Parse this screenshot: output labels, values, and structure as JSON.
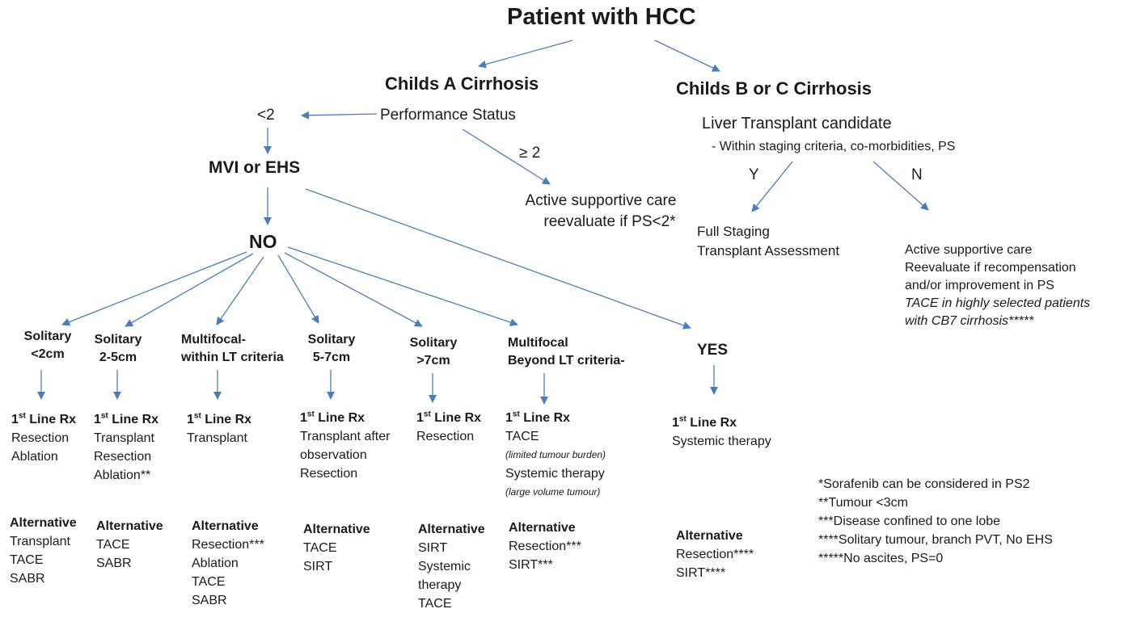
{
  "title": "Patient with HCC",
  "childs_a": "Childs A Cirrhosis",
  "childs_bc": "Childs B or C Cirrhosis",
  "performance_status": "Performance Status",
  "ps_lt2": "<2",
  "ps_ge2": "≥ 2",
  "ps_ge2_box": {
    "line1": "Active supportive care",
    "line2": "reevaluate if PS<2*"
  },
  "mvi": "MVI or EHS",
  "no": "NO",
  "yes": "YES",
  "transplant": {
    "title": "Liver Transplant candidate",
    "subtitle": "- Within staging criteria, co-morbidities, PS",
    "y": "Y",
    "n": "N",
    "y_box": {
      "line1": "Full Staging",
      "line2": "Transplant Assessment"
    },
    "n_box": {
      "line1": "Active supportive care",
      "line2": "Reevaluate if recompensation",
      "line3": "and/or improvement in PS",
      "line4": "TACE in highly selected patients",
      "line5": "with CB7 cirrhosis*****"
    }
  },
  "first_line_label": "Line Rx",
  "first_line_ordinal": "1",
  "first_line_suffix": "st",
  "alt_label": "Alternative",
  "columns": [
    {
      "h1": "Solitary",
      "h2": "<2cm",
      "first": [
        "Resection",
        "Ablation"
      ],
      "alt": [
        "Transplant",
        "TACE",
        "SABR"
      ]
    },
    {
      "h1": "Solitary",
      "h2": "2-5cm",
      "first": [
        "Transplant",
        "Resection",
        "Ablation**"
      ],
      "alt": [
        "TACE",
        "SABR"
      ]
    },
    {
      "h1": "Multifocal-",
      "h2": "within LT criteria",
      "first": [
        "Transplant"
      ],
      "alt": [
        "Resection***",
        "Ablation",
        "TACE",
        "SABR"
      ]
    },
    {
      "h1": "Solitary",
      "h2": "5-7cm",
      "first": [
        "Transplant after",
        "observation",
        "Resection"
      ],
      "alt": [
        "TACE",
        "SIRT"
      ]
    },
    {
      "h1": "Solitary",
      "h2": ">7cm",
      "first": [
        "Resection"
      ],
      "alt": [
        "SIRT",
        "Systemic",
        "therapy",
        "TACE"
      ]
    },
    {
      "h1": "Multifocal",
      "h2": "Beyond LT criteria-",
      "first": [
        "TACE"
      ],
      "first_note1": "(limited tumour burden)",
      "first2": "Systemic therapy",
      "first_note2": "(large volume tumour)",
      "alt": [
        "Resection***",
        "SIRT***"
      ]
    },
    {
      "first": [
        "Systemic therapy"
      ],
      "alt": [
        "Resection****",
        "SIRT****"
      ]
    }
  ],
  "footnotes": [
    "*Sorafenib can be considered in PS2",
    "**Tumour <3cm",
    "***Disease confined to one lobe",
    "****Solitary tumour, branch PVT, No EHS",
    "*****No ascites, PS=0"
  ],
  "colors": {
    "arrow": "#4a7ebb",
    "text": "#1a1a1a"
  }
}
